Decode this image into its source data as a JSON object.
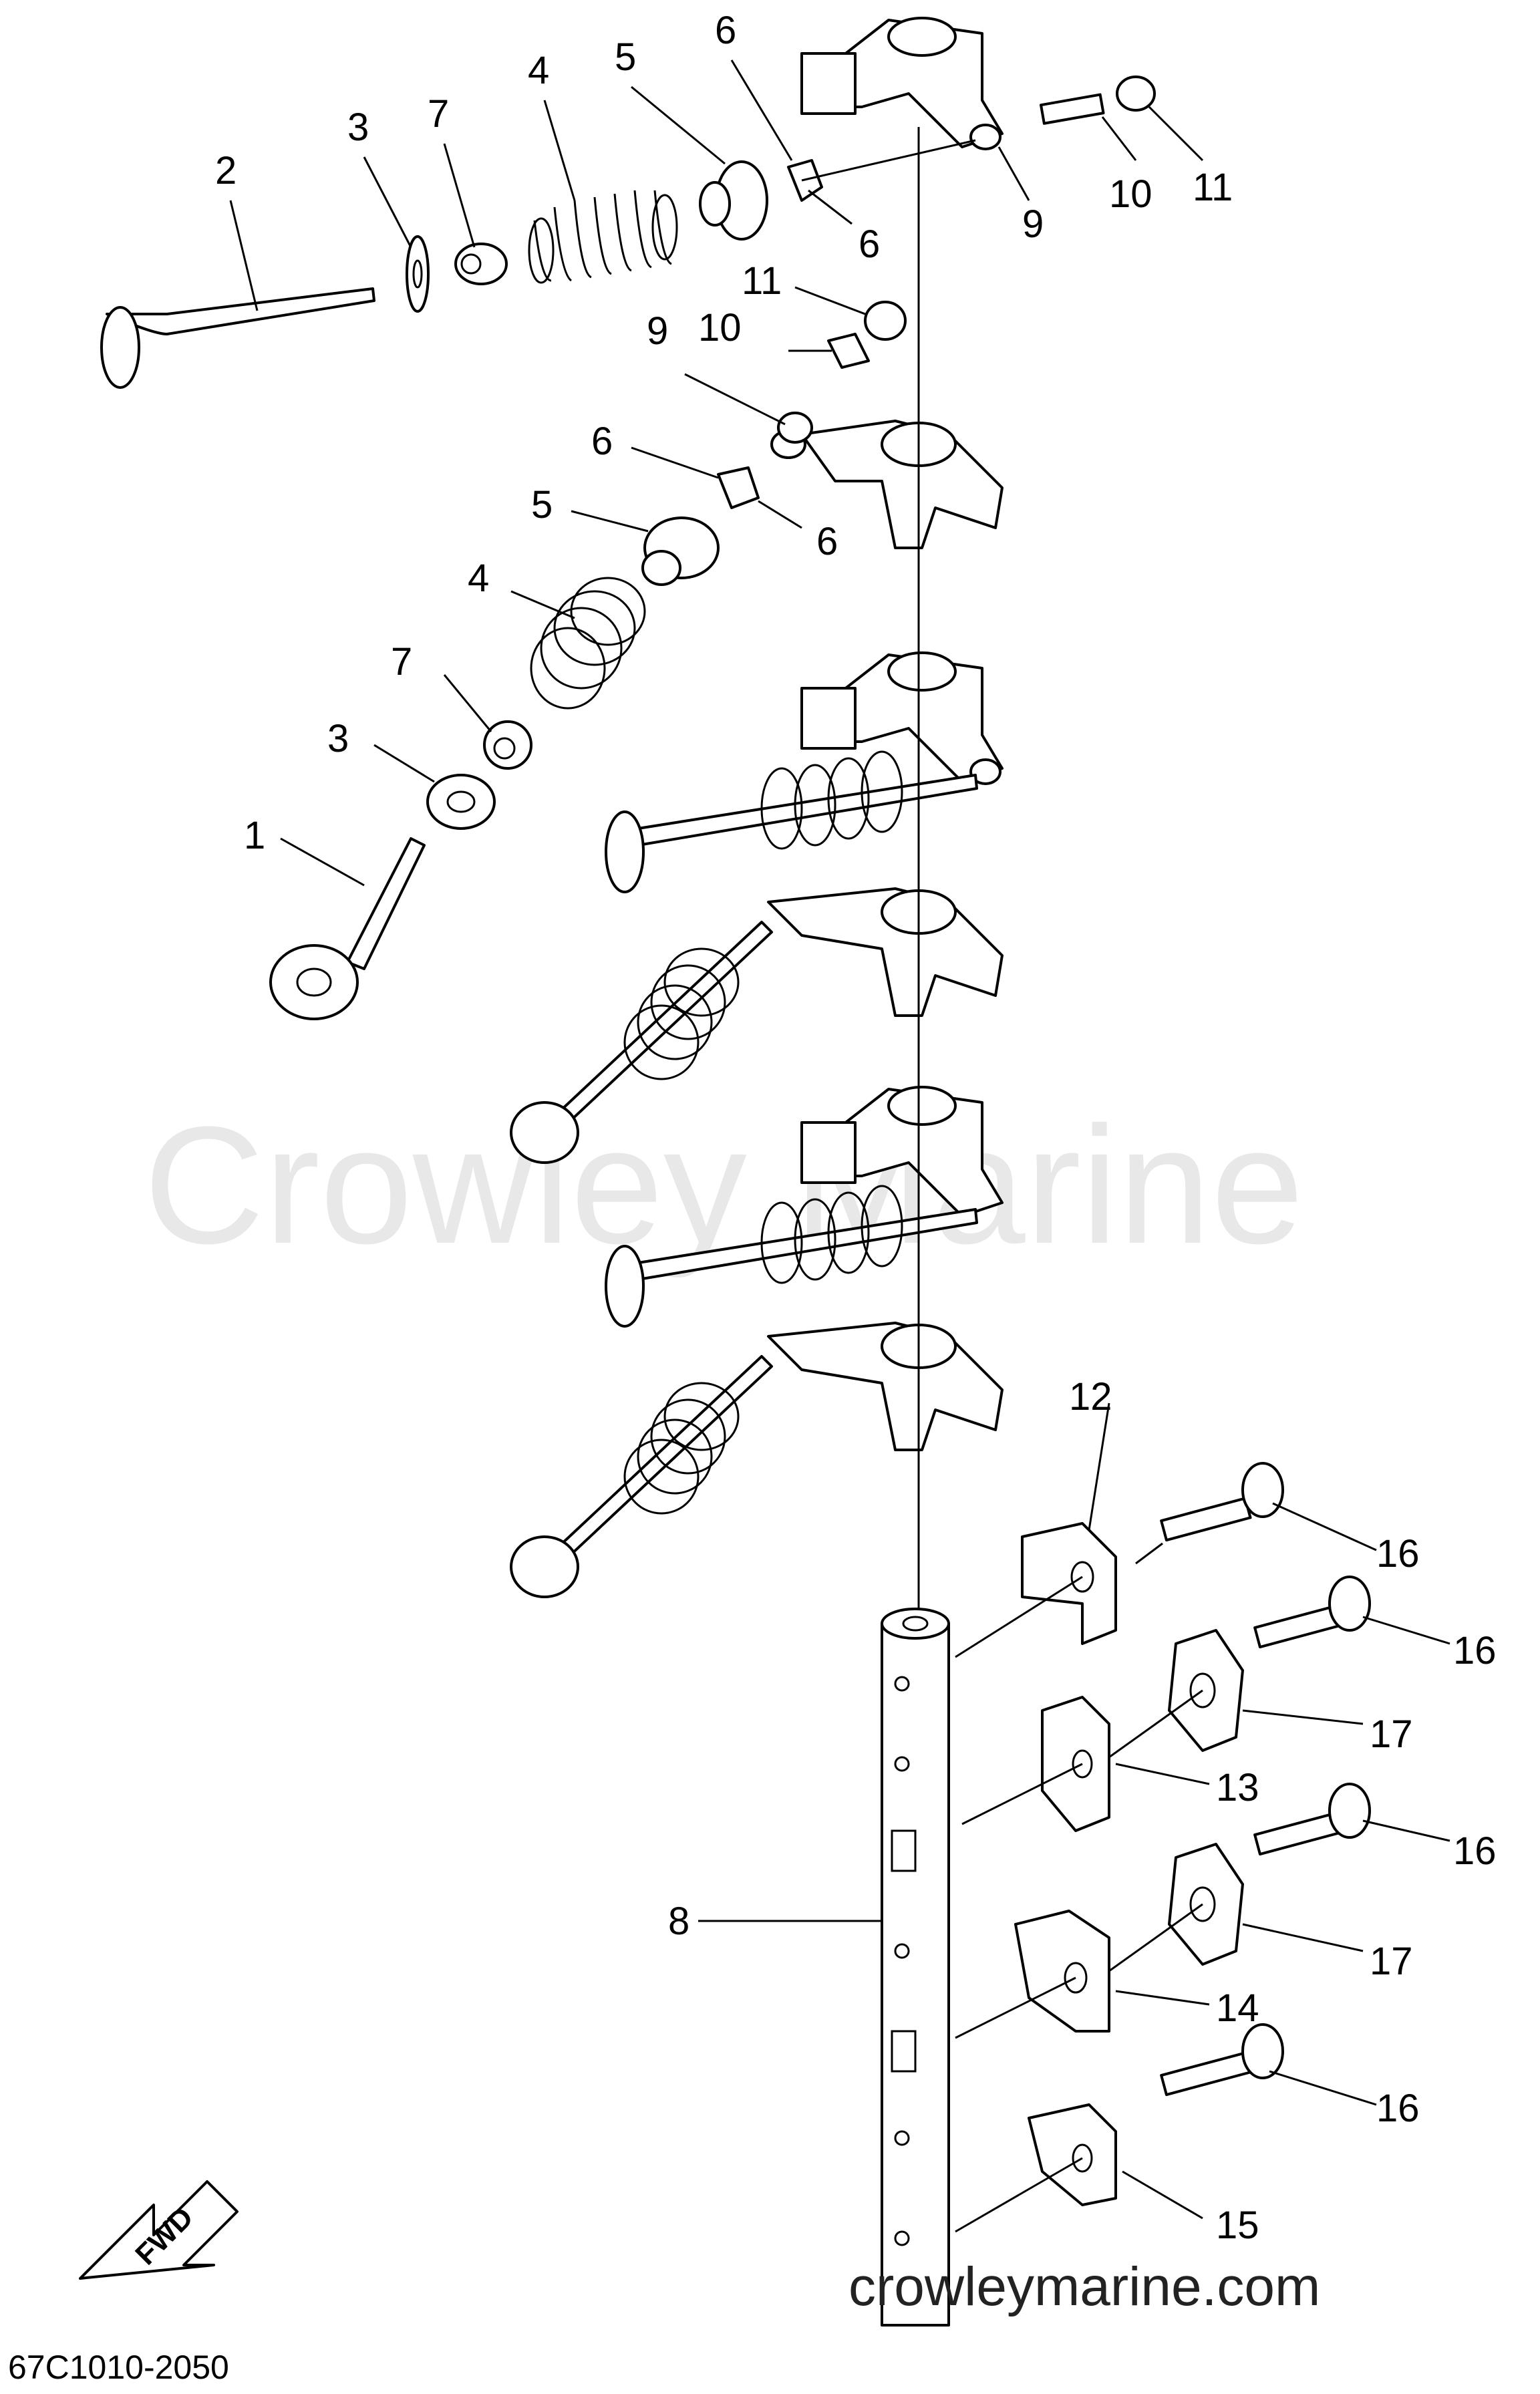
{
  "watermark": "Crowley Marine",
  "website": "crowleymarine.com",
  "diagram_code": "67C1010-2050",
  "fwd_label": "FWD",
  "labels": {
    "valve_exhaust": "1",
    "valve_intake": "2",
    "washer": "3",
    "spring": "4",
    "retainer": "5",
    "cotter": "6",
    "seal": "7",
    "shaft": "8",
    "rocker_pin": "9",
    "adjust_screw": "10",
    "nut": "11",
    "bracket_12": "12",
    "bracket_13": "13",
    "bracket_14": "14",
    "bracket_15": "15",
    "bolt": "16",
    "clamp": "17"
  },
  "colors": {
    "line": "#000000",
    "watermark": "#e8e8e8",
    "background": "#ffffff"
  }
}
